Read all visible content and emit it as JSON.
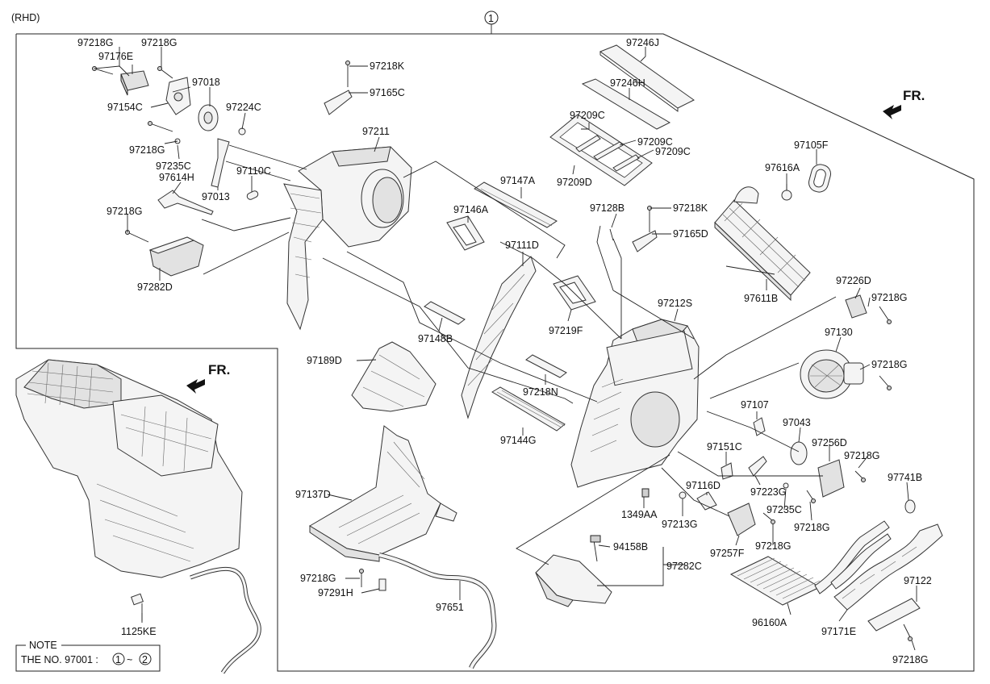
{
  "header": {
    "variant": "(RHD)",
    "assembly_ref": "1"
  },
  "direction": {
    "label": "FR."
  },
  "note": {
    "title": "NOTE",
    "text": "THE NO. 97001 :",
    "range_start": "1",
    "range_sep": "~",
    "range_end": "2"
  },
  "parts": [
    "97218G",
    "97176E",
    "97218G",
    "97018",
    "97154C",
    "97224C",
    "97218G",
    "97235C",
    "97614H",
    "97013",
    "97110C",
    "97218G",
    "97282D",
    "97218K",
    "97165C",
    "97211",
    "97246J",
    "97246H",
    "97209C",
    "97209C",
    "97209C",
    "97209D",
    "97105F",
    "97616A",
    "97147A",
    "97146A",
    "97128B",
    "97218K",
    "97165D",
    "97611B",
    "97111D",
    "97226D",
    "97218G",
    "97212S",
    "97130",
    "97218G",
    "97148B",
    "97219F",
    "97189D",
    "97218N",
    "97107",
    "97043",
    "97144G",
    "97151C",
    "97256D",
    "97218G",
    "97116D",
    "97223G",
    "97235C",
    "97741B",
    "97137D",
    "1349AA",
    "97213G",
    "97218G",
    "97257F",
    "97218G",
    "94158B",
    "97282C",
    "97218G",
    "97291H",
    "97651",
    "96160A",
    "97122",
    "97171E",
    "97218G",
    "1125KE"
  ]
}
